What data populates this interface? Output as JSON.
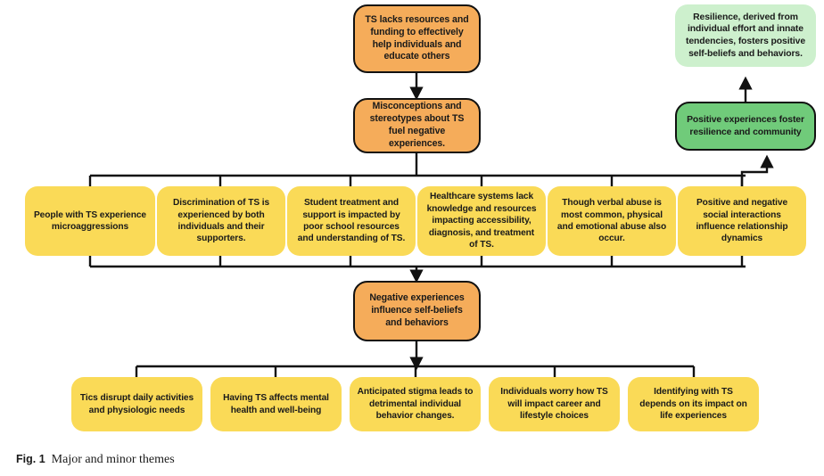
{
  "figure": {
    "label": "Fig. 1",
    "title": "Major and minor themes"
  },
  "colors": {
    "orange": "#f5ac5a",
    "green": "#70cb7a",
    "mint": "#cdf0cd",
    "yellow": "#fada57",
    "stroke": "#111111",
    "background": "#ffffff"
  },
  "nodes": {
    "ts_lacks_resources": "TS lacks resources and funding to effectively help individuals and educate others",
    "misconceptions": "Misconceptions and stereotypes about TS fuel negative experiences.",
    "resilience": "Resilience, derived from individual effort and innate tendencies, fosters positive self-beliefs and behaviors.",
    "positive_experiences": "Positive experiences foster resilience and community",
    "negative_experiences": "Negative experiences influence self-beliefs and behaviors"
  },
  "middle_row": [
    {
      "id": "microaggressions",
      "text": "People with TS experience microaggressions"
    },
    {
      "id": "discrimination",
      "text": "Discrimination of TS is experienced by both individuals and their supporters."
    },
    {
      "id": "student-treatment",
      "text": "Student treatment and support is impacted by poor school resources and understanding of TS."
    },
    {
      "id": "healthcare-systems",
      "text": "Healthcare systems lack knowledge and resources impacting accessibility, diagnosis, and treatment of TS."
    },
    {
      "id": "verbal-abuse",
      "text": "Though verbal abuse is most common, physical and emotional abuse also occur."
    },
    {
      "id": "social-interactions",
      "text": "Positive and negative social interactions influence relationship dynamics"
    }
  ],
  "bottom_row": [
    {
      "id": "tics-disrupt",
      "text": "Tics disrupt daily activities and physiologic needs"
    },
    {
      "id": "mental-health",
      "text": "Having TS affects mental health and well-being"
    },
    {
      "id": "anticipated-stigma",
      "text": "Anticipated stigma leads to detrimental individual behavior changes."
    },
    {
      "id": "career-lifestyle",
      "text": "Individuals worry how TS will impact career and lifestyle choices"
    },
    {
      "id": "identity",
      "text": "Identifying with TS depends on its impact on life experiences"
    }
  ]
}
